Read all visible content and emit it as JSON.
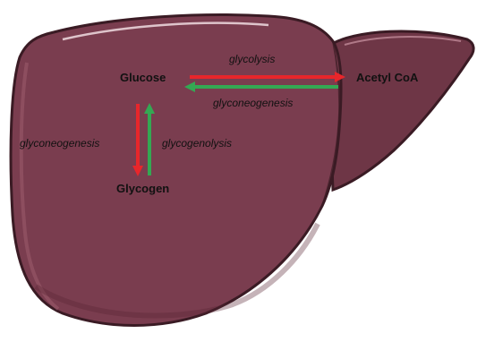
{
  "nodes": {
    "glucose": "Glucose",
    "acetyl_coa": "Acetyl CoA",
    "glycogen": "Glycogen"
  },
  "processes": {
    "glycolysis": "glycolysis",
    "gluconeogenesis_top": "glyconeogenesis",
    "gluconeogenesis_left": "glyconeogenesis",
    "glycogenolysis": "glycogenolysis"
  },
  "colors": {
    "liver_fill": "#7a3d4f",
    "liver_outline": "#3a1b24",
    "liver_highlight": "#b9818f",
    "forward_arrow": "#e8262b",
    "reverse_arrow": "#34a853"
  }
}
